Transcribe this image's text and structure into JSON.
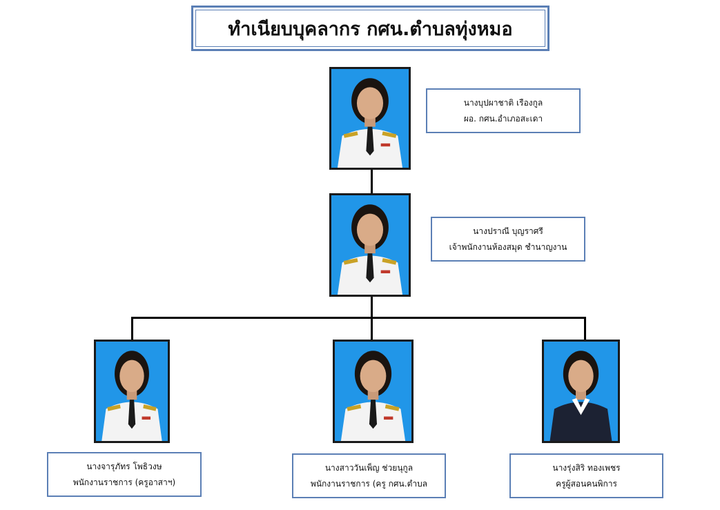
{
  "title": "ทำเนียบบุคลากร กศน.ตำบลทุ่งหมอ",
  "colors": {
    "box_border": "#5b7fb5",
    "photo_background": "#1e90e0",
    "connector": "#000000"
  },
  "people": [
    {
      "name": "นางบุปผาชาติ  เรืองกูล",
      "position": "ผอ. กศน.อำเภอสะเดา",
      "photo": "portrait-icon"
    },
    {
      "name": "นางปราณี  บุญราศรี",
      "position": "เจ้าพนักงานห้องสมุด ชำนาญงาน",
      "photo": "portrait-icon"
    },
    {
      "name": "นางจารุภัทร  โพธิวงษ",
      "position": "พนักงานราชการ (ครูอาสาฯ)",
      "photo": "portrait-icon"
    },
    {
      "name": "นางสาววันเพ็ญ  ช่วยนุกูล",
      "position": "พนักงานราชการ (ครู กศน.ตำบล",
      "photo": "portrait-icon"
    },
    {
      "name": "นางรุ่งสิริ  ทองเพชร",
      "position": "ครูผู้สอนคนพิการ",
      "photo": "portrait-icon"
    }
  ]
}
